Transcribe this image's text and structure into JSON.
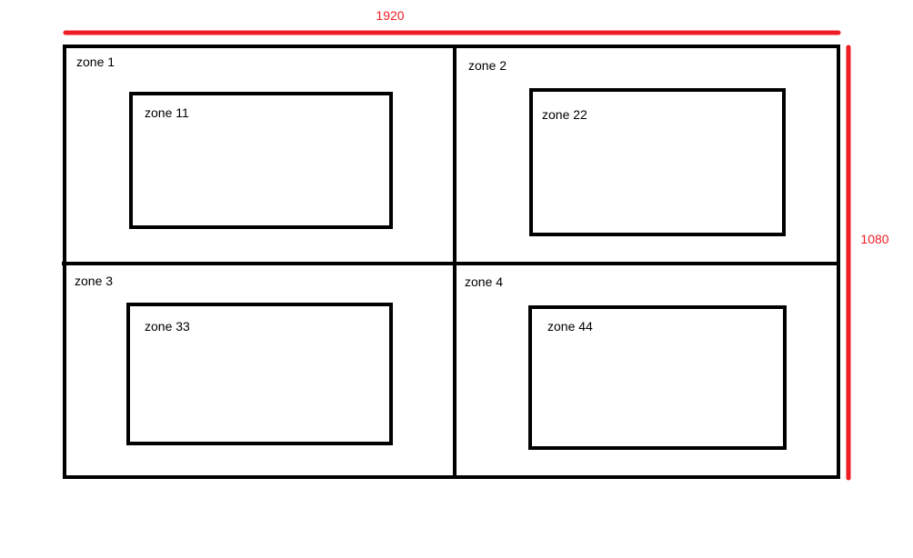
{
  "dimensions": {
    "width_label": "1920",
    "height_label": "1080",
    "color": "#ed1c24"
  },
  "zones": {
    "zone1": "zone 1",
    "zone2": "zone 2",
    "zone3": "zone 3",
    "zone4": "zone 4",
    "zone11": "zone 11",
    "zone22": "zone 22",
    "zone33": "zone 33",
    "zone44": "zone 44"
  },
  "stroke_color": "#000000"
}
